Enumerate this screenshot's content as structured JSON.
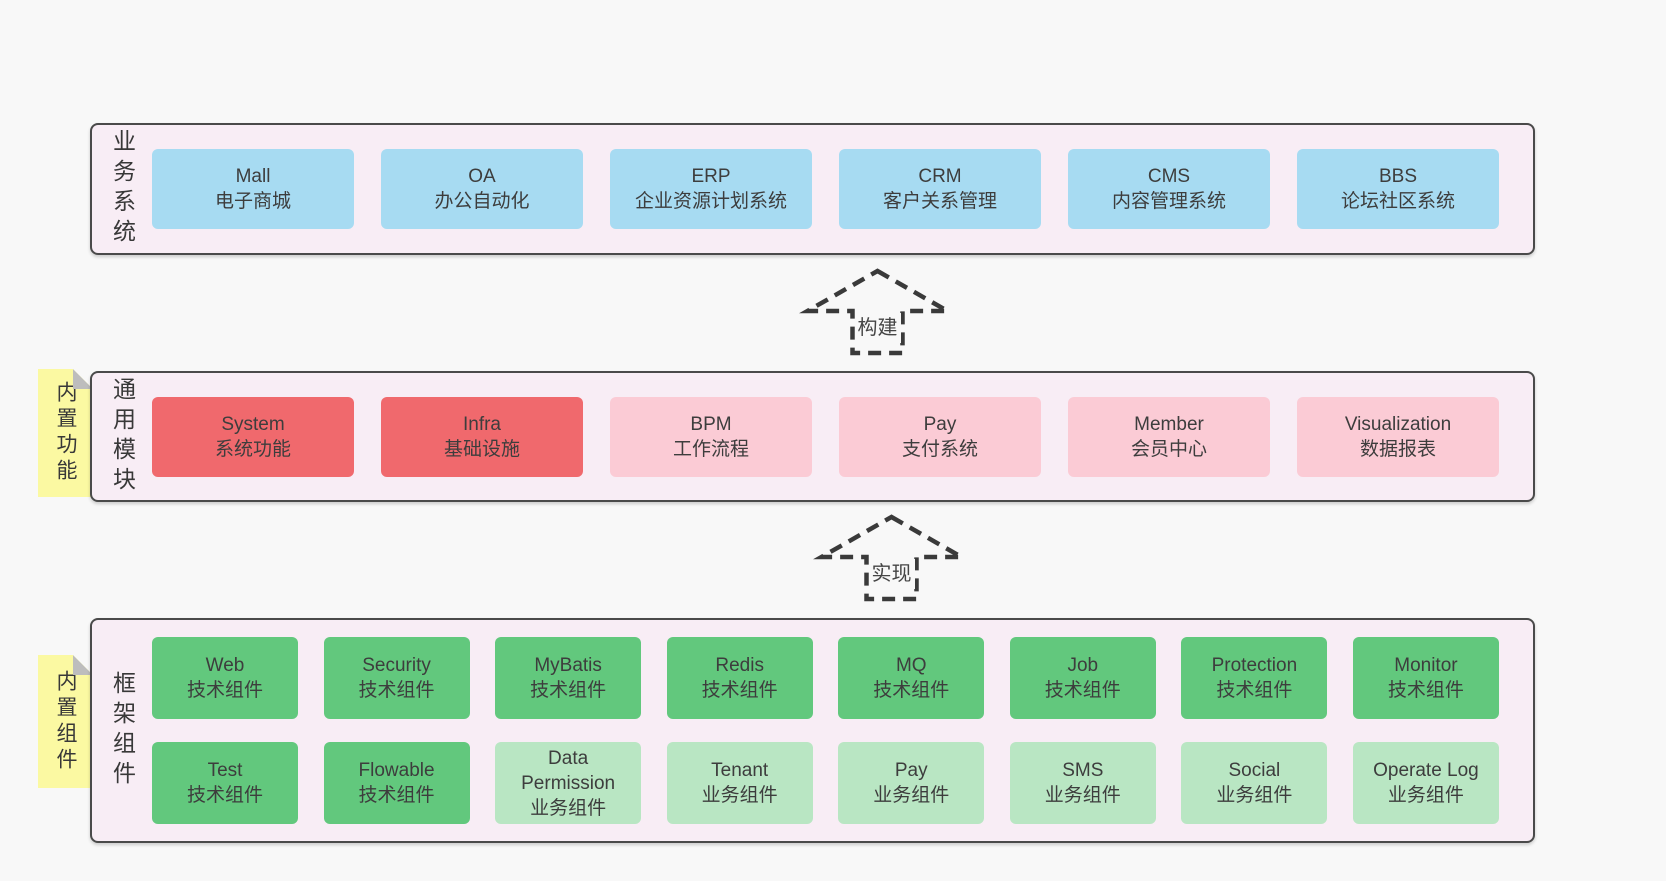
{
  "colors": {
    "page_bg": "#f8f8f8",
    "band_bg": "#f8edf5",
    "band_border": "#4a4a4a",
    "text": "#3d3d3d",
    "blue": "#a7dbf2",
    "red": "#f0696d",
    "pink": "#fbcbd5",
    "green": "#62c87d",
    "light_green": "#b9e6c3",
    "note_yellow": "#fbf9a2",
    "note_fold": "#bdbdbd"
  },
  "arrows": [
    {
      "label": "构建"
    },
    {
      "label": "实现"
    }
  ],
  "bands": [
    {
      "label": "业务系统",
      "boxes": [
        {
          "title": "Mall",
          "subtitle": "电子商城"
        },
        {
          "title": "OA",
          "subtitle": "办公自动化"
        },
        {
          "title": "ERP",
          "subtitle": "企业资源计划系统"
        },
        {
          "title": "CRM",
          "subtitle": "客户关系管理"
        },
        {
          "title": "CMS",
          "subtitle": "内容管理系统"
        },
        {
          "title": "BBS",
          "subtitle": "论坛社区系统"
        }
      ]
    },
    {
      "label": "通用模块",
      "note": "内置功能",
      "boxes": [
        {
          "title": "System",
          "subtitle": "系统功能",
          "variant": "red"
        },
        {
          "title": "Infra",
          "subtitle": "基础设施",
          "variant": "red"
        },
        {
          "title": "BPM",
          "subtitle": "工作流程",
          "variant": "pink"
        },
        {
          "title": "Pay",
          "subtitle": "支付系统",
          "variant": "pink"
        },
        {
          "title": "Member",
          "subtitle": "会员中心",
          "variant": "pink"
        },
        {
          "title": "Visualization",
          "subtitle": "数据报表",
          "variant": "pink"
        }
      ]
    },
    {
      "label": "框架组件",
      "note": "内置组件",
      "rows": [
        [
          {
            "title": "Web",
            "subtitle": "技术组件",
            "variant": "green"
          },
          {
            "title": "Security",
            "subtitle": "技术组件",
            "variant": "green"
          },
          {
            "title": "MyBatis",
            "subtitle": "技术组件",
            "variant": "green"
          },
          {
            "title": "Redis",
            "subtitle": "技术组件",
            "variant": "green"
          },
          {
            "title": "MQ",
            "subtitle": "技术组件",
            "variant": "green"
          },
          {
            "title": "Job",
            "subtitle": "技术组件",
            "variant": "green"
          },
          {
            "title": "Protection",
            "subtitle": "技术组件",
            "variant": "green"
          },
          {
            "title": "Monitor",
            "subtitle": "技术组件",
            "variant": "green"
          }
        ],
        [
          {
            "title": "Test",
            "subtitle": "技术组件",
            "variant": "green"
          },
          {
            "title": "Flowable",
            "subtitle": "技术组件",
            "variant": "green"
          },
          {
            "title": "Data Permission",
            "subtitle": "业务组件",
            "variant": "lightgreen"
          },
          {
            "title": "Tenant",
            "subtitle": "业务组件",
            "variant": "lightgreen"
          },
          {
            "title": "Pay",
            "subtitle": "业务组件",
            "variant": "lightgreen"
          },
          {
            "title": "SMS",
            "subtitle": "业务组件",
            "variant": "lightgreen"
          },
          {
            "title": "Social",
            "subtitle": "业务组件",
            "variant": "lightgreen"
          },
          {
            "title": "Operate Log",
            "subtitle": "业务组件",
            "variant": "lightgreen"
          }
        ]
      ]
    }
  ]
}
